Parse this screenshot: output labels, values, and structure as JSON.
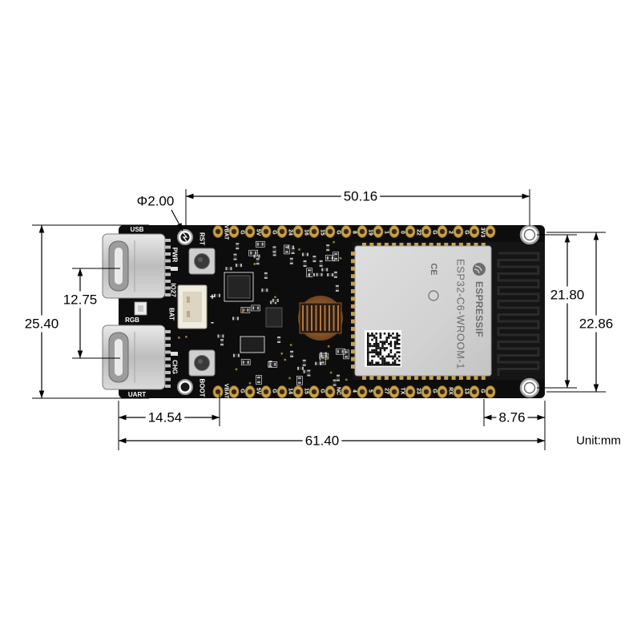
{
  "dimensions": {
    "hole_diameter": "Φ2.00",
    "hole_spacing_horizontal": "50.16",
    "usb_port_spacing": "12.75",
    "board_width": "25.40",
    "hole_spacing_vertical": "21.80",
    "antenna_end_width": "22.86",
    "usb_edge_to_header": "14.54",
    "antenna_length": "8.76",
    "board_length": "61.40",
    "unit_note": "Unit:mm"
  },
  "board_labels": {
    "usb": "USB",
    "uart": "UART",
    "rgb": "RGB",
    "pwr": "PWR",
    "io27": "IO27",
    "bat": "BAT",
    "chg": "CHG",
    "rst": "RST",
    "boot": "BOOT",
    "plus": "+",
    "minus": "-"
  },
  "top_pins": [
    "VBAT",
    "G",
    "5V",
    "G",
    "24",
    "16",
    "15",
    "G",
    "8",
    "19",
    "1",
    "0",
    "22",
    "G",
    "2",
    "G",
    "3V3"
  ],
  "bottom_pins": [
    "VBAT",
    "G",
    "5V",
    "G",
    "14",
    "15",
    "G",
    "NC",
    "4",
    "5",
    "27",
    "TX",
    "23",
    "G",
    "RX",
    "13",
    "G"
  ],
  "module": {
    "model": "ESP32-C6-WROOM-1",
    "brand": "ESPRESSIF",
    "cert_mark": "CE"
  },
  "icons": {
    "hole_mark": "mounting-hole-icon",
    "brand_logo": "espressif-logo-icon",
    "data_matrix": "data-matrix-code-icon"
  },
  "colors": {
    "board": "#0d0d0d",
    "gold": "#c9a04a",
    "module_shield": "#d6d6d6",
    "silkscreen": "#ffffff",
    "dimension": "#000000"
  }
}
